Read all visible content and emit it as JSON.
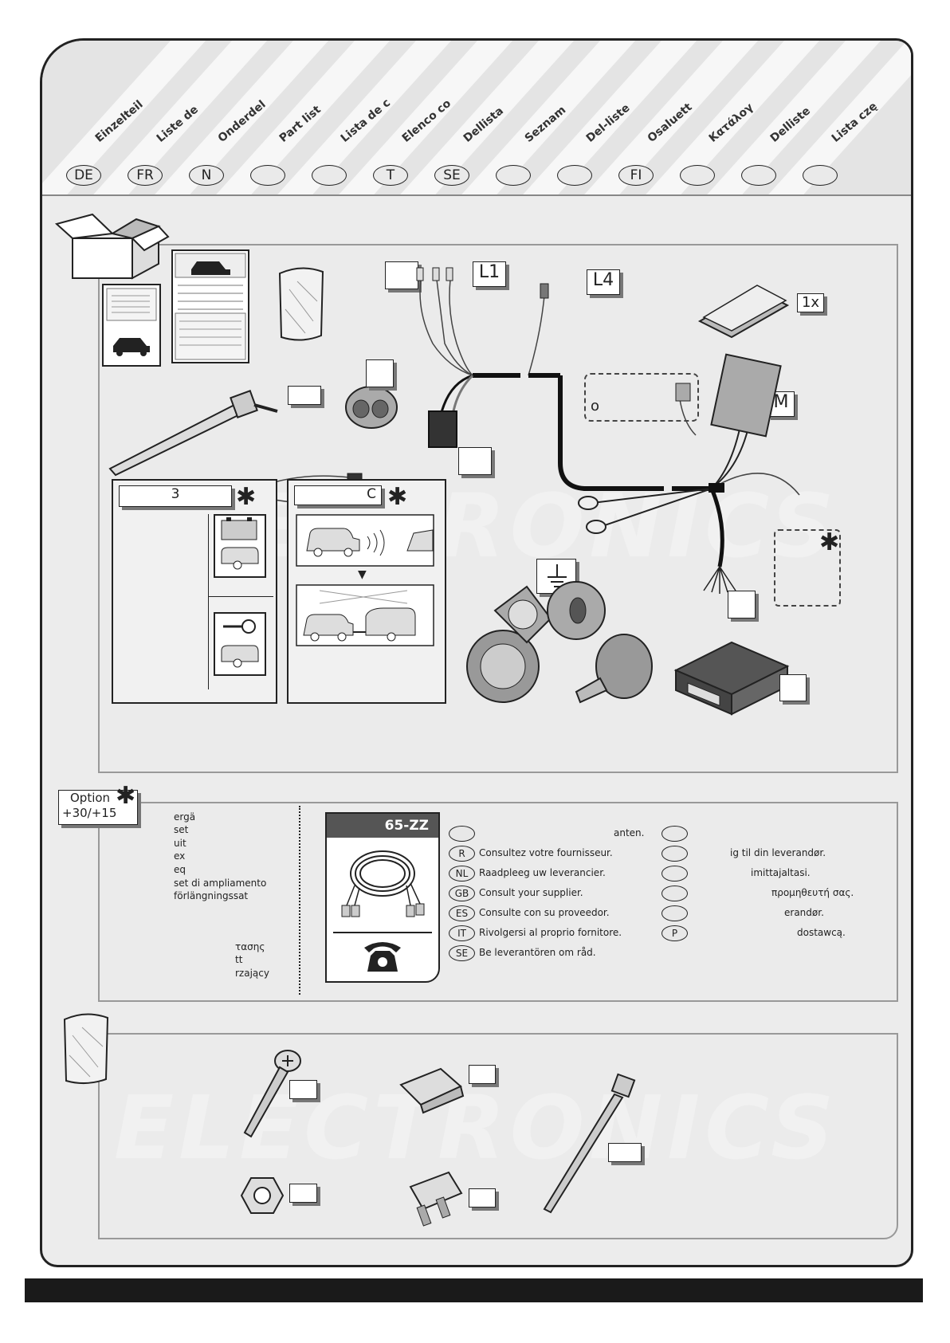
{
  "header": {
    "languages": [
      {
        "label": "Einzelteil",
        "code": "DE"
      },
      {
        "label": "Liste de",
        "code": "FR"
      },
      {
        "label": "Onderdel",
        "code": "N"
      },
      {
        "label": "Part list",
        "code": ""
      },
      {
        "label": "Lista de c",
        "code": ""
      },
      {
        "label": "Elenco co",
        "code": "T"
      },
      {
        "label": "Dellista",
        "code": "SE"
      },
      {
        "label": "Seznam",
        "code": ""
      },
      {
        "label": "Del-liste",
        "code": ""
      },
      {
        "label": "Osaluett",
        "code": "FI"
      },
      {
        "label": "Κατάλογ",
        "code": ""
      },
      {
        "label": "Delliste",
        "code": ""
      },
      {
        "label": "Lista czę",
        "code": ""
      }
    ]
  },
  "parts": {
    "label_l1": "L1",
    "label_l4": "L4",
    "label_1x": "1x",
    "label_m": "M",
    "label_o": "o",
    "box3_title": "3",
    "boxc_title": "C",
    "asterisk": "✱"
  },
  "option": {
    "title_line1": "Option",
    "title_line2": "+30/+15",
    "lines_top": [
      "ergä",
      "set",
      "uit",
      "ex",
      "eq",
      "set di ampliamento",
      "förlängningssat"
    ],
    "lines_bottom": [
      "τασης",
      "tt",
      "rzający"
    ],
    "kit_code": "65-ZZ"
  },
  "supplier": {
    "left": [
      {
        "code": "",
        "text": "anten."
      },
      {
        "code": "R",
        "text": "Consultez votre fournisseur."
      },
      {
        "code": "NL",
        "text": "Raadpleeg uw leverancier."
      },
      {
        "code": "GB",
        "text": "Consult your supplier."
      },
      {
        "code": "ES",
        "text": "Consulte con su proveedor."
      },
      {
        "code": "IT",
        "text": "Rivolgersi al proprio fornitore."
      },
      {
        "code": "SE",
        "text": "Be leverantören om råd."
      }
    ],
    "right": [
      {
        "code": "",
        "text": ""
      },
      {
        "code": "",
        "text": "ig til din leverandør."
      },
      {
        "code": "",
        "text": "imittajaltasi."
      },
      {
        "code": "",
        "text": "προμηθευτή σας."
      },
      {
        "code": "",
        "text": "erandør."
      },
      {
        "code": "P",
        "text": "dostawcą."
      }
    ]
  },
  "watermark": {
    "brand": "ELECTRONICS"
  },
  "colors": {
    "frame": "#222222",
    "background": "#ececec",
    "footer": "#1a1a1a"
  }
}
